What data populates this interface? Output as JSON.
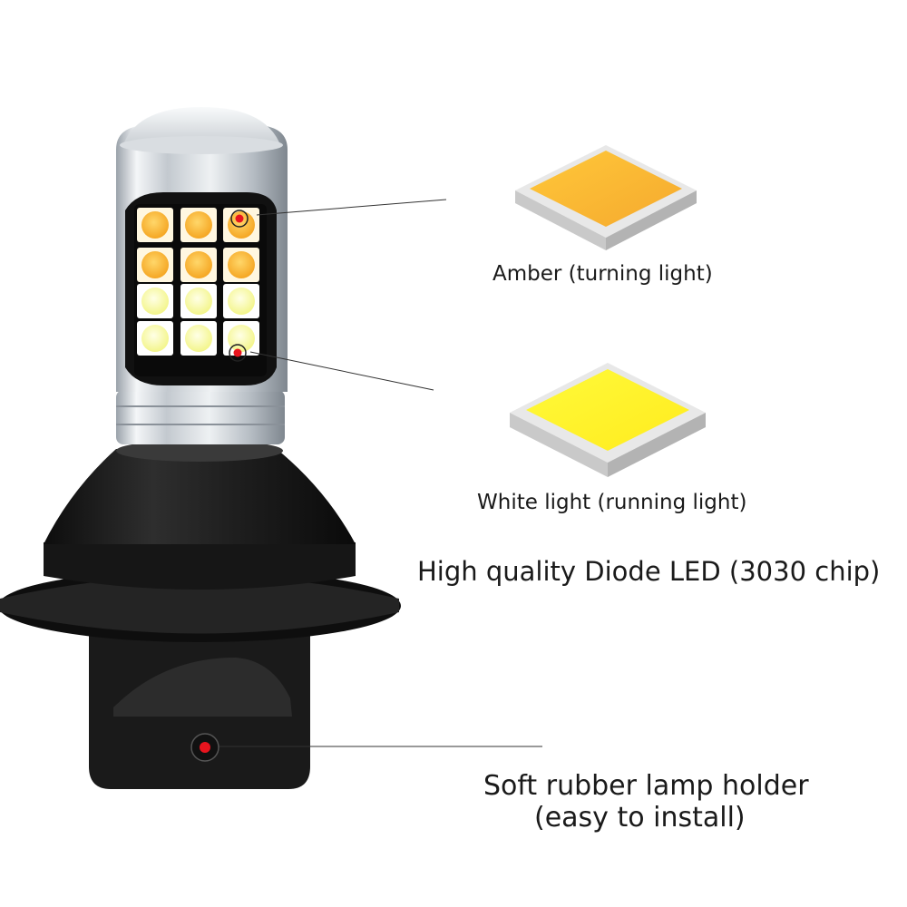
{
  "captions": {
    "amber": "Amber (turning light)",
    "white": "White light (running light)",
    "chip": "High quality Diode LED (3030 chip)",
    "holder_line1": "Soft rubber lamp holder",
    "holder_line2": "(easy to install)"
  },
  "colors": {
    "amber_chip": "#f9b93a",
    "white_chip": "#fff42e",
    "marker": "#e8141e",
    "holder": "#1c1c1c"
  }
}
